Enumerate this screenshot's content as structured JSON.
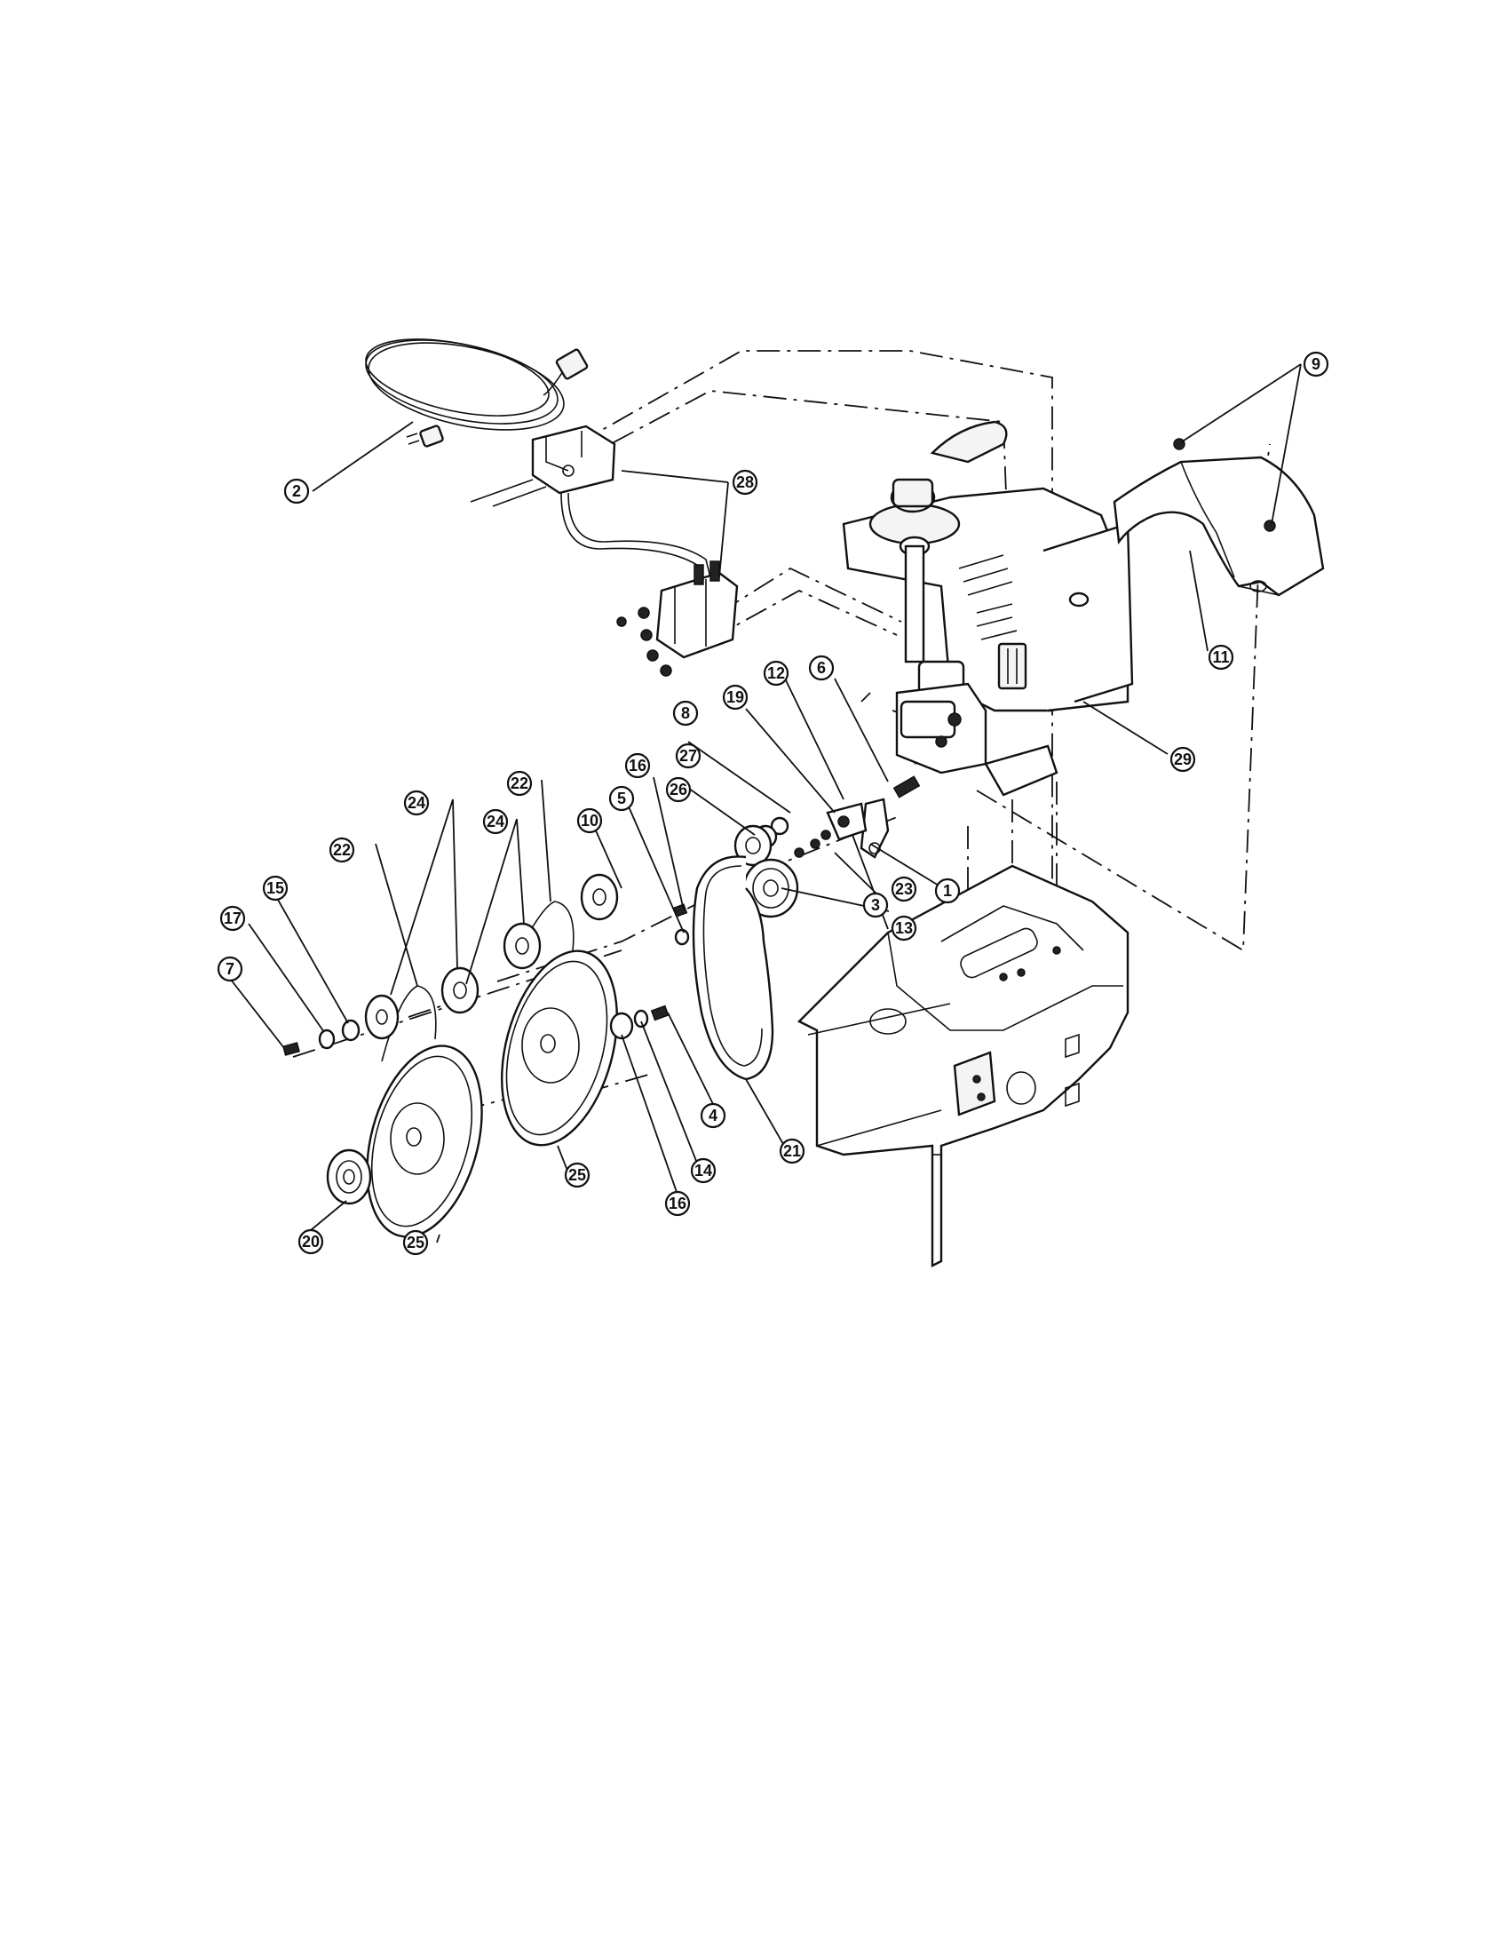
{
  "callouts": [
    {
      "id": "c1",
      "label": "1"
    },
    {
      "id": "c2",
      "label": "2"
    },
    {
      "id": "c3",
      "label": "3"
    },
    {
      "id": "c4",
      "label": "4"
    },
    {
      "id": "c5",
      "label": "5"
    },
    {
      "id": "c6",
      "label": "6"
    },
    {
      "id": "c7",
      "label": "7"
    },
    {
      "id": "c8",
      "label": "8"
    },
    {
      "id": "c9",
      "label": "9"
    },
    {
      "id": "c10",
      "label": "10"
    },
    {
      "id": "c11",
      "label": "11"
    },
    {
      "id": "c12",
      "label": "12"
    },
    {
      "id": "c13",
      "label": "13"
    },
    {
      "id": "c14",
      "label": "14"
    },
    {
      "id": "c15",
      "label": "15"
    },
    {
      "id": "c16a",
      "label": "16"
    },
    {
      "id": "c16b",
      "label": "16"
    },
    {
      "id": "c17",
      "label": "17"
    },
    {
      "id": "c19",
      "label": "19"
    },
    {
      "id": "c20",
      "label": "20"
    },
    {
      "id": "c21",
      "label": "21"
    },
    {
      "id": "c22a",
      "label": "22"
    },
    {
      "id": "c22b",
      "label": "22"
    },
    {
      "id": "c23",
      "label": "23"
    },
    {
      "id": "c24a",
      "label": "24"
    },
    {
      "id": "c24b",
      "label": "24"
    },
    {
      "id": "c25a",
      "label": "25"
    },
    {
      "id": "c25b",
      "label": "25"
    },
    {
      "id": "c26",
      "label": "26"
    },
    {
      "id": "c27",
      "label": "27"
    },
    {
      "id": "c28",
      "label": "28"
    },
    {
      "id": "c29",
      "label": "29"
    }
  ]
}
